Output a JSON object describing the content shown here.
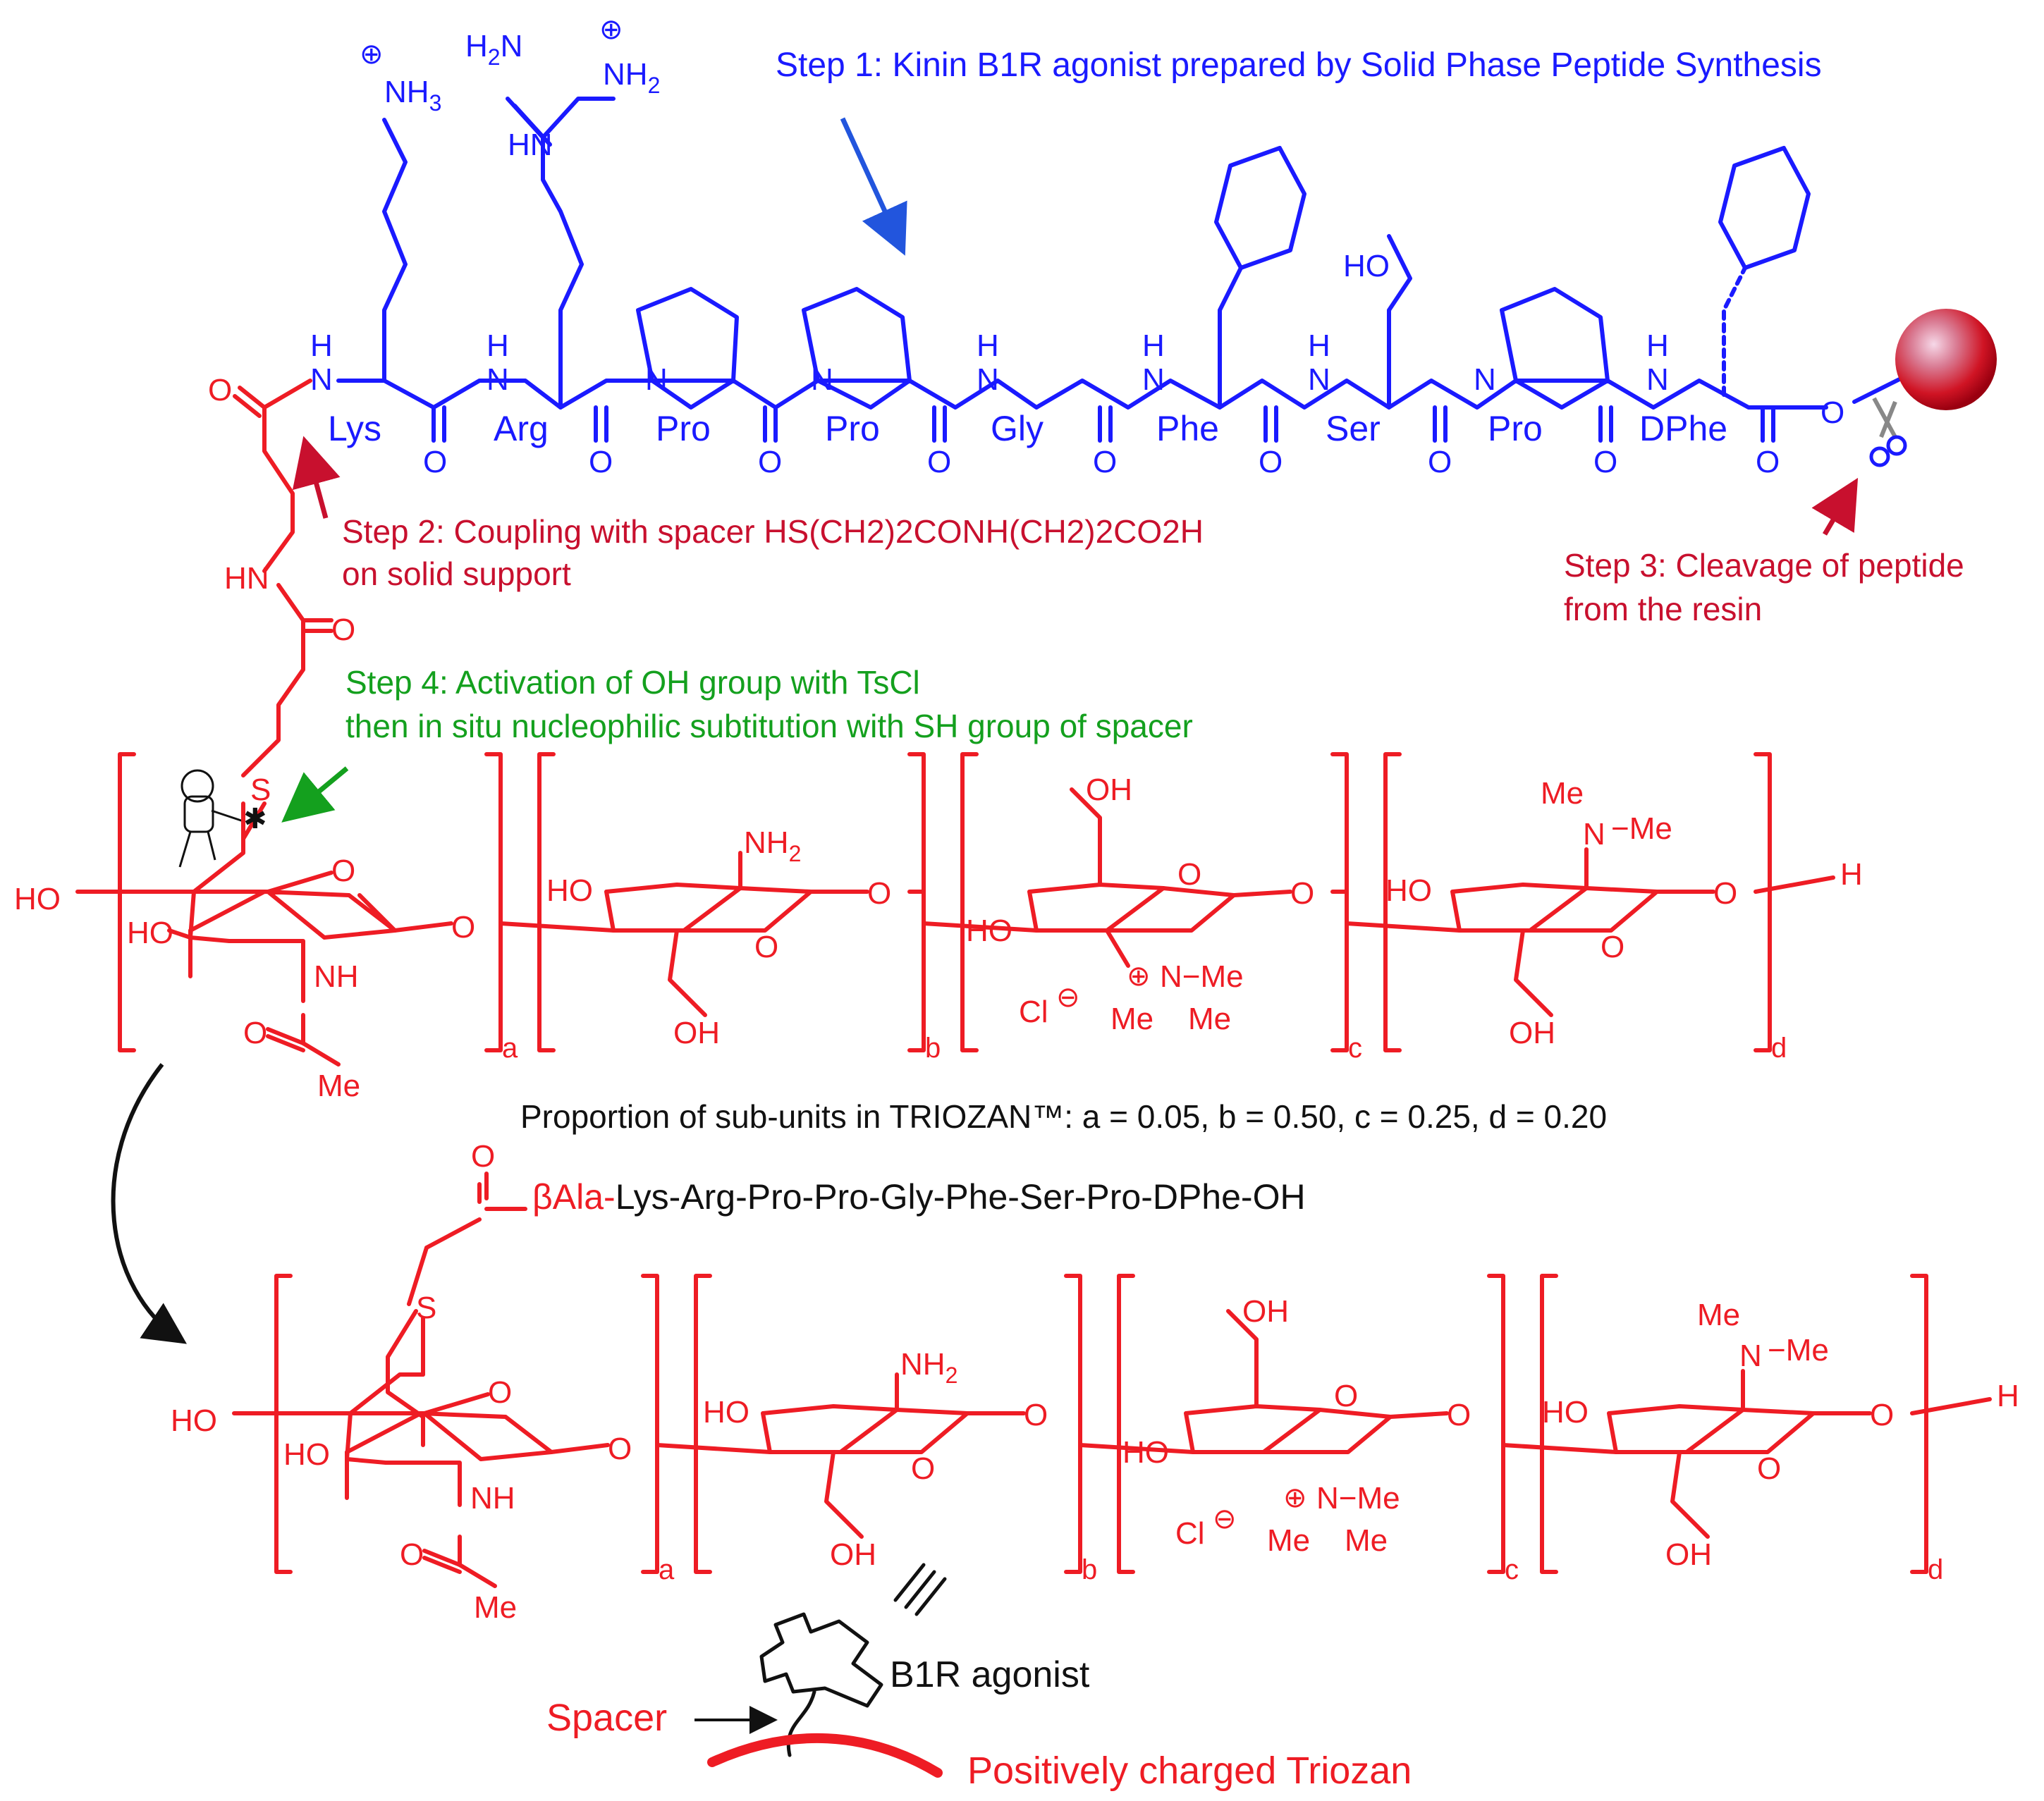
{
  "steps": {
    "step1": "Step 1: Kinin B1R agonist prepared by Solid Phase Peptide Synthesis",
    "step2_line1": "Step 2: Coupling with spacer HS(CH2)2CONH(CH2)2CO2H",
    "step2_line2": "on solid support",
    "step3_line1": "Step 3: Cleavage of peptide",
    "step3_line2": "from the resin",
    "step4_line1": "Step 4: Activation of OH group with TsCl",
    "step4_line2": "then in situ nucleophilic subtitution with SH group of spacer"
  },
  "residues": [
    "Lys",
    "Arg",
    "Pro",
    "Pro",
    "Gly",
    "Phe",
    "Ser",
    "Pro",
    "DPhe"
  ],
  "proportion": "Proportion of sub-units in TRIOZAN™: a = 0.05, b = 0.50, c = 0.25, d = 0.20",
  "product": {
    "prefix": "βAla-",
    "sequence": "Lys-Arg-Pro-Pro-Gly-Phe-Ser-Pro-DPhe-OH"
  },
  "legend": {
    "agonist": "B1R agonist",
    "spacer": "Spacer",
    "polymer": "Positively charged Triozan"
  },
  "unit_labels": [
    "a",
    "b",
    "c",
    "d"
  ],
  "colors": {
    "peptide": "#1a1aff",
    "polymer": "#ee1c24",
    "step4": "#14a01e",
    "arrows_red": "#c8102e",
    "arrow_blue": "#2255dd"
  }
}
